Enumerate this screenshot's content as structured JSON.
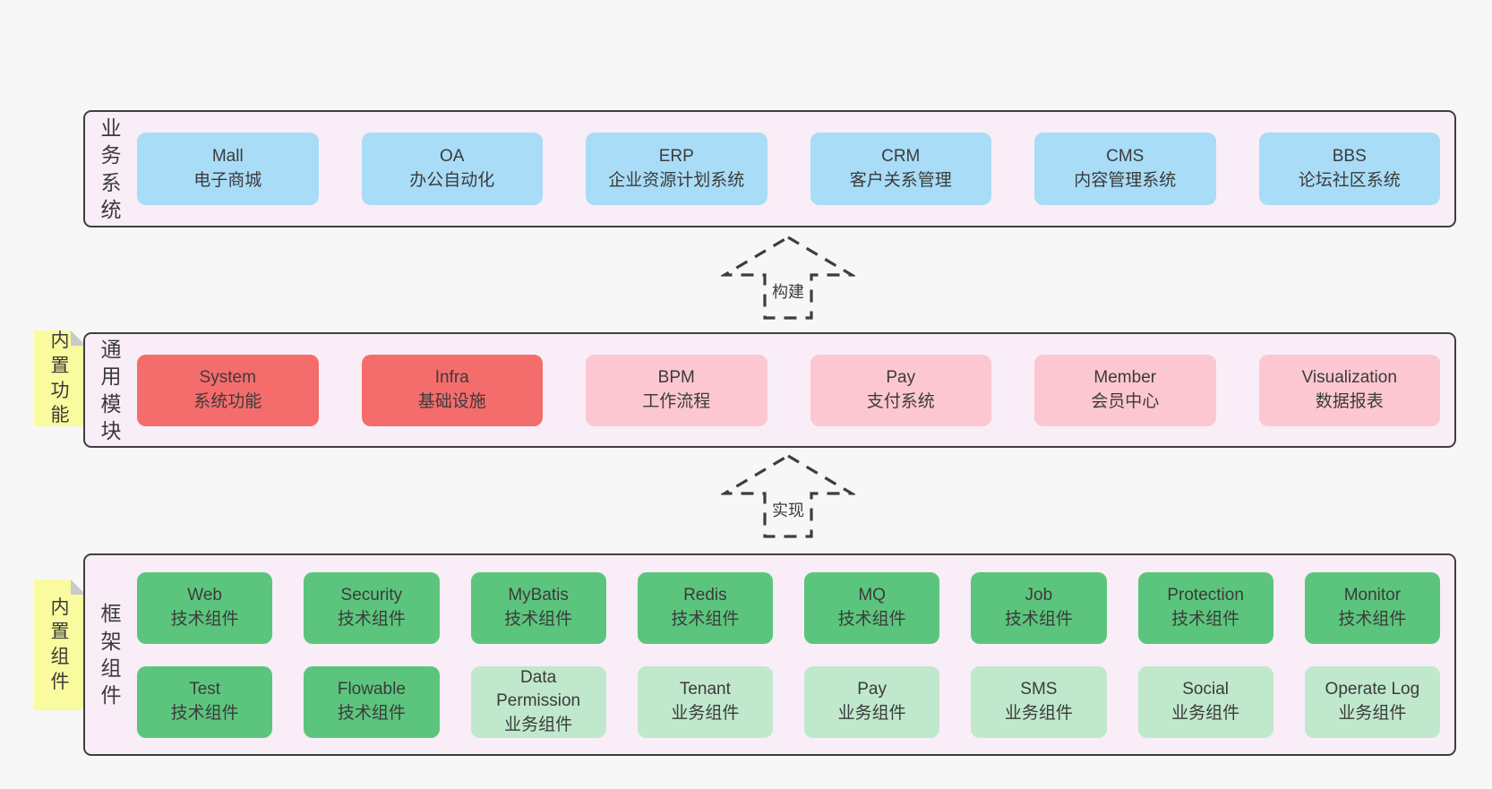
{
  "sections": [
    {
      "id": "business",
      "label": "业务系统",
      "boxes_rows": [
        [
          {
            "name": "Mall",
            "desc": "电子商城",
            "type": "blue"
          },
          {
            "name": "OA",
            "desc": "办公自动化",
            "type": "blue"
          },
          {
            "name": "ERP",
            "desc": "企业资源计划系统",
            "type": "blue"
          },
          {
            "name": "CRM",
            "desc": "客户关系管理",
            "type": "blue"
          },
          {
            "name": "CMS",
            "desc": "内容管理系统",
            "type": "blue"
          },
          {
            "name": "BBS",
            "desc": "论坛社区系统",
            "type": "blue"
          }
        ]
      ]
    },
    {
      "id": "modules",
      "label": "通用模块",
      "note": "内置功能",
      "boxes_rows": [
        [
          {
            "name": "System",
            "desc": "系统功能",
            "type": "red"
          },
          {
            "name": "Infra",
            "desc": "基础设施",
            "type": "red"
          },
          {
            "name": "BPM",
            "desc": "工作流程",
            "type": "pink"
          },
          {
            "name": "Pay",
            "desc": "支付系统",
            "type": "pink"
          },
          {
            "name": "Member",
            "desc": "会员中心",
            "type": "pink"
          },
          {
            "name": "Visualization",
            "desc": "数据报表",
            "type": "pink"
          }
        ]
      ]
    },
    {
      "id": "components",
      "label": "框架组件",
      "note": "内置组件",
      "boxes_rows": [
        [
          {
            "name": "Web",
            "desc": "技术组件",
            "type": "green"
          },
          {
            "name": "Security",
            "desc": "技术组件",
            "type": "green"
          },
          {
            "name": "MyBatis",
            "desc": "技术组件",
            "type": "green"
          },
          {
            "name": "Redis",
            "desc": "技术组件",
            "type": "green"
          },
          {
            "name": "MQ",
            "desc": "技术组件",
            "type": "green"
          },
          {
            "name": "Job",
            "desc": "技术组件",
            "type": "green"
          },
          {
            "name": "Protection",
            "desc": "技术组件",
            "type": "green"
          },
          {
            "name": "Monitor",
            "desc": "技术组件",
            "type": "green"
          }
        ],
        [
          {
            "name": "Test",
            "desc": "技术组件",
            "type": "green"
          },
          {
            "name": "Flowable",
            "desc": "技术组件",
            "type": "green"
          },
          {
            "name": "Data Permission",
            "desc": "业务组件",
            "type": "green-light"
          },
          {
            "name": "Tenant",
            "desc": "业务组件",
            "type": "green-light"
          },
          {
            "name": "Pay",
            "desc": "业务组件",
            "type": "green-light"
          },
          {
            "name": "SMS",
            "desc": "业务组件",
            "type": "green-light"
          },
          {
            "name": "Social",
            "desc": "业务组件",
            "type": "green-light"
          },
          {
            "name": "Operate Log",
            "desc": "业务组件",
            "type": "green-light"
          }
        ]
      ]
    }
  ],
  "arrows": [
    {
      "label": "构建"
    },
    {
      "label": "实现"
    }
  ],
  "colors": {
    "page_bg": "#f7f7f7",
    "panel_bg": "#f9edf7",
    "panel_border": "#3f3f3f",
    "box_blue": "#a9dcf6",
    "box_red": "#f56c6c",
    "box_pink": "#fcc7d1",
    "box_green": "#5cc57d",
    "box_green_light": "#c0e8cc",
    "note_bg": "#fafa9e",
    "note_fold": "#c9cacc",
    "text": "#3b3b3b"
  }
}
